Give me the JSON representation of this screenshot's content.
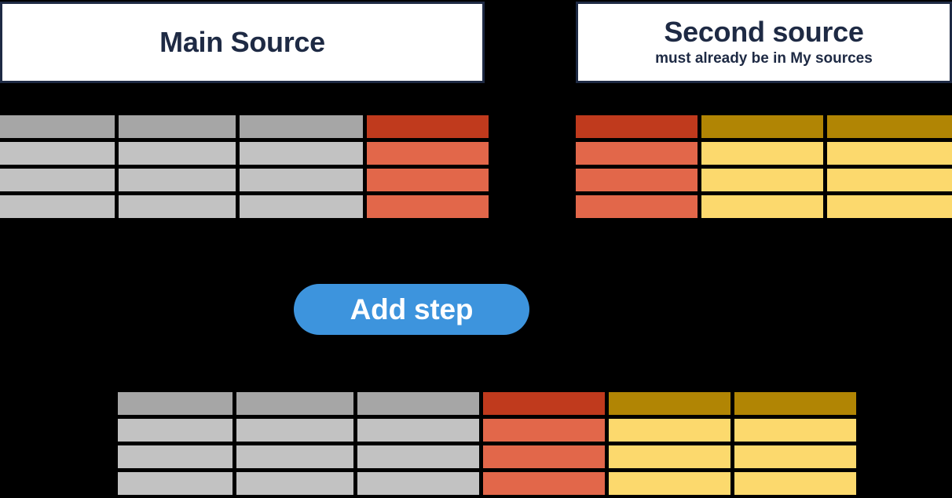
{
  "main_source": {
    "title": "Main Source",
    "subtitle": ""
  },
  "second_source": {
    "title": "Second source",
    "subtitle": "must already be in My sources"
  },
  "action": {
    "add_step_label": "Add step"
  },
  "colors": {
    "gray_header": "#a6a6a6",
    "gray_body": "#c2c2c2",
    "red_header": "#c03a1d",
    "red_body": "#e2674a",
    "yellow_header": "#b18504",
    "yellow_body": "#fcd96d",
    "button_blue": "#3d94dd",
    "text_navy": "#1e2a44",
    "background": "#000000",
    "box_fill": "#ffffff"
  },
  "tables": {
    "main_table": {
      "rows": 4,
      "columns": [
        {
          "type": "gray",
          "width": 146
        },
        {
          "type": "gray",
          "width": 149
        },
        {
          "type": "gray",
          "width": 157
        },
        {
          "type": "red",
          "width": 155
        }
      ]
    },
    "second_table": {
      "rows": 4,
      "columns": [
        {
          "type": "red",
          "width": 155
        },
        {
          "type": "yellow",
          "width": 155
        },
        {
          "type": "yellow",
          "width": 159
        }
      ]
    },
    "result_table": {
      "rows": 4,
      "columns": [
        {
          "type": "gray",
          "width": 146
        },
        {
          "type": "gray",
          "width": 149
        },
        {
          "type": "gray",
          "width": 155
        },
        {
          "type": "red",
          "width": 155
        },
        {
          "type": "yellow",
          "width": 155
        },
        {
          "type": "yellow",
          "width": 155
        }
      ]
    }
  }
}
